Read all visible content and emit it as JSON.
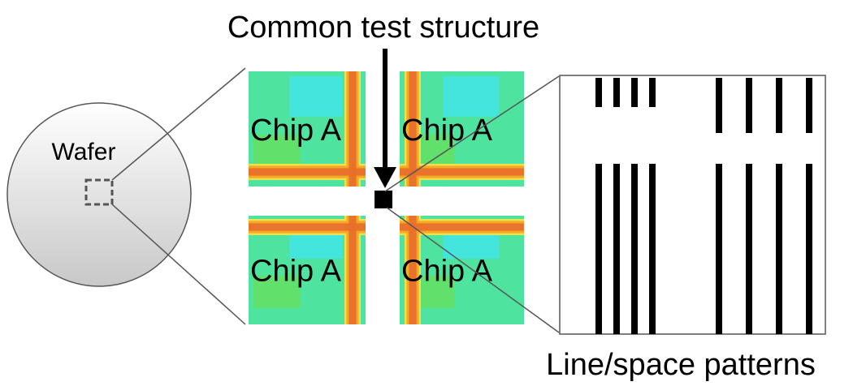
{
  "labels": {
    "common_test_structure": "Common test structure",
    "wafer": "Wafer",
    "line_space_patterns": "Line/space patterns"
  },
  "chips": [
    {
      "label": "Chip  A",
      "corner": "bottom-right"
    },
    {
      "label": "Chip  A",
      "corner": "bottom-left"
    },
    {
      "label": "Chip  A",
      "corner": "top-right"
    },
    {
      "label": "Chip  A",
      "corner": "top-left"
    }
  ],
  "colors": {
    "wafer_fill_top": "#ffffff",
    "wafer_fill_bottom": "#c9c9c9",
    "outline": "#555555",
    "chip_base": "#4fe3a0",
    "chip_cyan": "#3fe6f0",
    "chip_green": "#6ee04a",
    "chip_orange": "#f5a623",
    "chip_red": "#e8702a",
    "chip_yellow": "#f6e04a",
    "test_structure": "#000000",
    "pattern_line": "#000000"
  },
  "pattern_groups": [
    {
      "name": "short-dense",
      "count": 4
    },
    {
      "name": "short-sparse",
      "count": 4
    },
    {
      "name": "long-dense",
      "count": 4
    },
    {
      "name": "long-sparse",
      "count": 4
    }
  ]
}
